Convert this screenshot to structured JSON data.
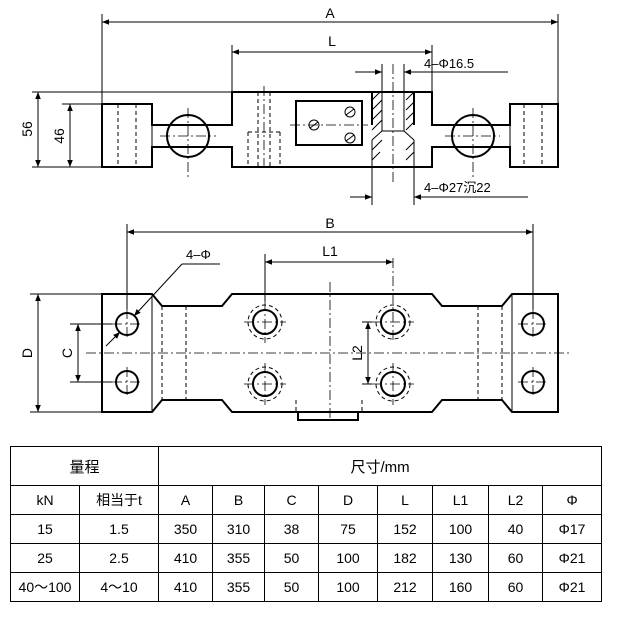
{
  "drawing": {
    "labels": {
      "A": "A",
      "L": "L",
      "hole_top": "4–Φ16.5",
      "height_56": "56",
      "height_46": "46",
      "counterbore": "4–Φ27沉22",
      "B": "B",
      "hole_bottom": "4–Φ",
      "L1": "L1",
      "D": "D",
      "C": "C",
      "L2": "L2"
    }
  },
  "table": {
    "group_range": "量程",
    "group_size": "尺寸/mm",
    "subheaders": [
      "kN",
      "相当于t",
      "A",
      "B",
      "C",
      "D",
      "L",
      "L1",
      "L2",
      "Φ"
    ],
    "rows": [
      [
        "15",
        "1.5",
        "350",
        "310",
        "38",
        "75",
        "152",
        "100",
        "40",
        "Φ17"
      ],
      [
        "25",
        "2.5",
        "410",
        "355",
        "50",
        "100",
        "182",
        "130",
        "60",
        "Φ21"
      ],
      [
        "40～100",
        "4～10",
        "410",
        "355",
        "50",
        "100",
        "212",
        "160",
        "60",
        "Φ21"
      ]
    ]
  }
}
